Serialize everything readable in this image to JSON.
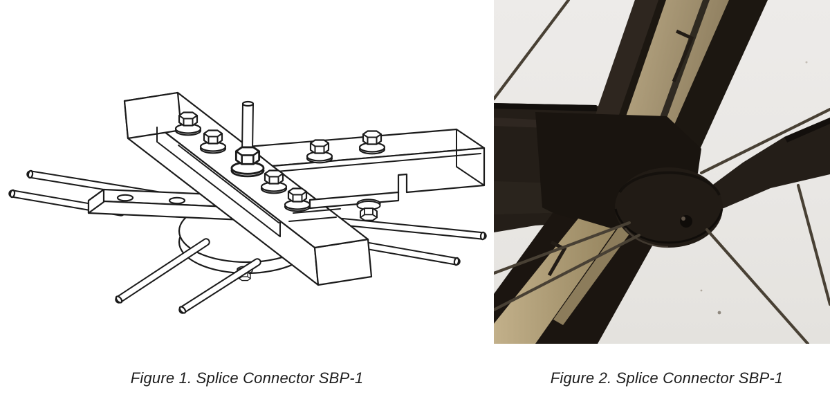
{
  "figures": [
    {
      "id": "figure-1",
      "caption": "Figure 1. Splice Connector SBP-1",
      "media": "isometric line drawing",
      "subject": "splice connector with two crossing clamp bars, hex bolts, vertical threaded rod, splice plate with holes, circular base disc and radiating rods"
    },
    {
      "id": "figure-2",
      "caption": "Figure 2. Splice Connector SBP-1",
      "media": "photograph",
      "subject": "built splice connector joining crossing dark timber members with central drum hub and radiating tension cables"
    }
  ],
  "colors": {
    "page_bg": "#ffffff",
    "ink": "#1b1b1b",
    "photo_bg": "#eceae7",
    "photo_member_dark": "#221d17",
    "photo_wood": "#b7a582",
    "photo_cable": "#484034"
  }
}
